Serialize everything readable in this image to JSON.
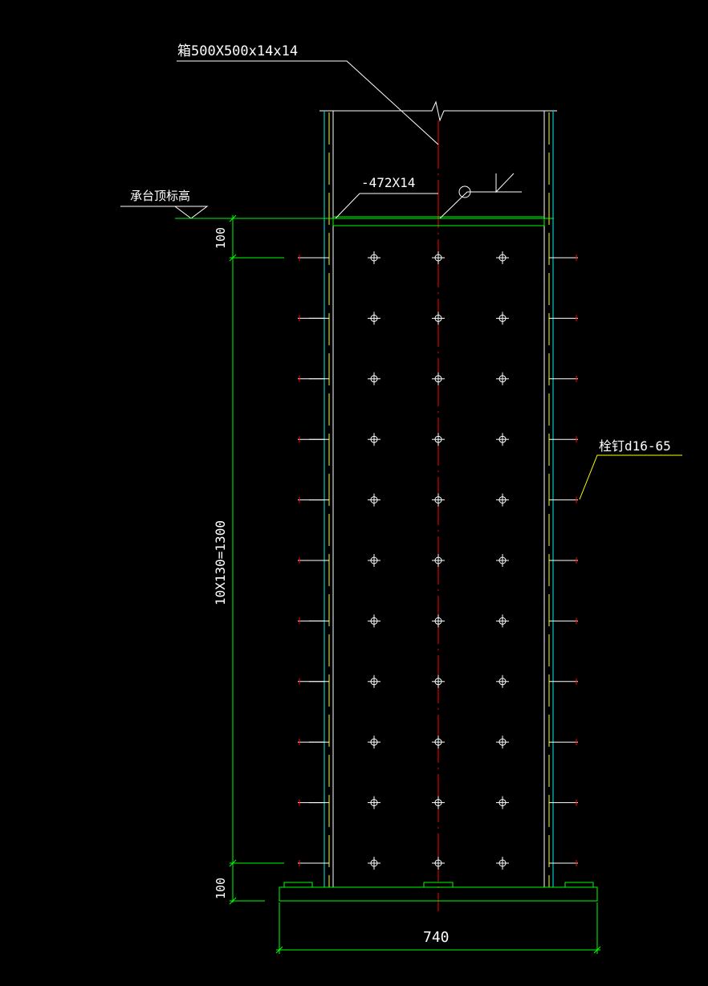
{
  "drawing": {
    "labels": {
      "box_section": "箱500X500x14x14",
      "top_plate": "-472X14",
      "plate_width": "472",
      "cap_top_elevation": "承台顶标高",
      "stud": "栓钉d16-65"
    },
    "dimensions": {
      "top_offset": "100",
      "stud_spacing": "10X130=1300",
      "bottom_offset": "100",
      "base_width": "740"
    },
    "stud_rows": 11,
    "stud_columns": 3,
    "colors": {
      "background": "#000000",
      "steel_outline": "#00c8c8",
      "hidden_line": "#ffff00",
      "centerline": "#ff0000",
      "dimension": "#00ff00",
      "text": "#ffffff"
    }
  }
}
